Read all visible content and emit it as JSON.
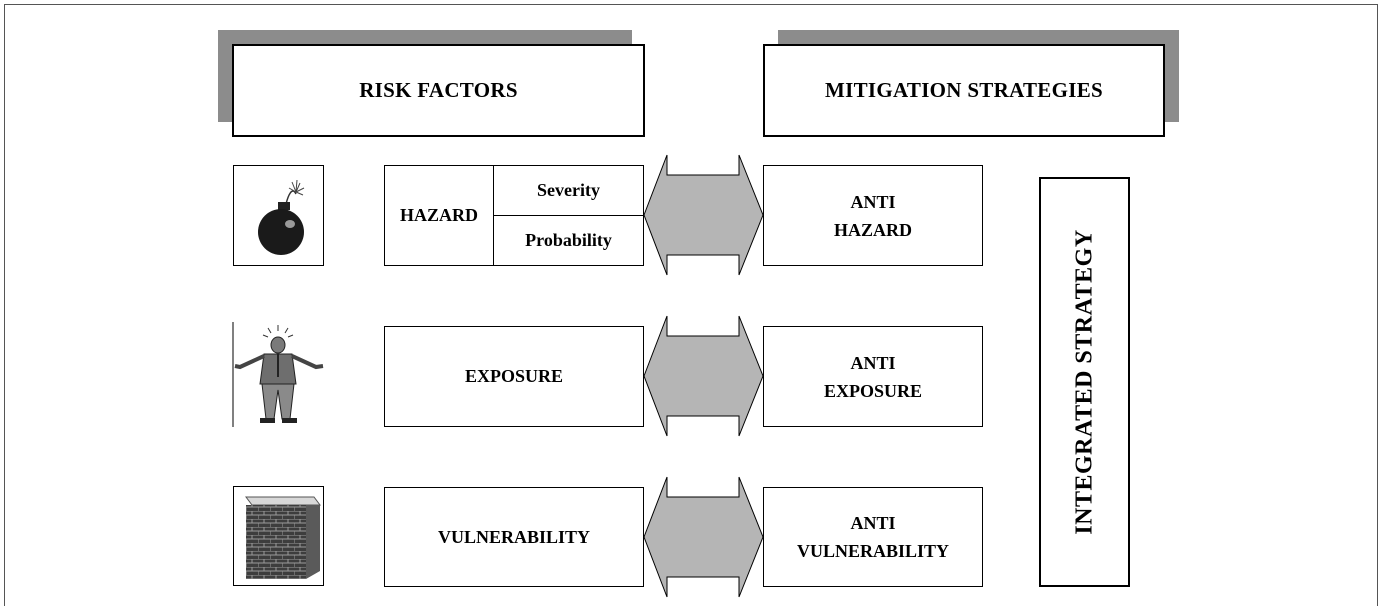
{
  "headers": {
    "risk_factors": "RISK FACTORS",
    "mitigation_strategies": "MITIGATION STRATEGIES"
  },
  "rows": [
    {
      "factor": "HAZARD",
      "sub_factors": [
        "Severity",
        "Probability"
      ],
      "icon": "bomb-icon",
      "strategy_line1": "ANTI",
      "strategy_line2": "HAZARD"
    },
    {
      "factor": "EXPOSURE",
      "icon": "worried-person-icon",
      "strategy_line1": "ANTI",
      "strategy_line2": "EXPOSURE"
    },
    {
      "factor": "VULNERABILITY",
      "icon": "brick-wall-icon",
      "strategy_line1": "ANTI",
      "strategy_line2": "VULNERABILITY"
    }
  ],
  "integrated_strategy": "INTEGRATED STRATEGY",
  "colors": {
    "shadow": "#8c8c8c",
    "arrow_fill": "#b5b5b5",
    "border": "#000000"
  }
}
